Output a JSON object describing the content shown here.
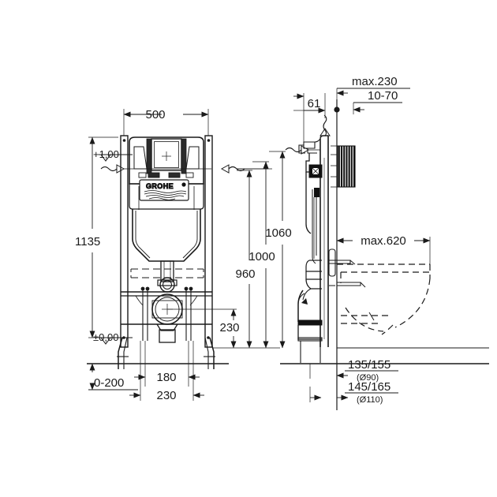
{
  "drawing": {
    "type": "technical-dimension-drawing",
    "product": "GROHE Rapid SL WC installation frame",
    "brand_logo_text": "GROHE",
    "views": [
      "front-elevation",
      "side-elevation"
    ],
    "line_color": "#1a1a1a",
    "background_color": "#ffffff",
    "units_note": "mm"
  },
  "front_view": {
    "dimensions": {
      "width_500": "500",
      "height_1135": "1135",
      "level_top": "+1,00",
      "level_base": "±0,00",
      "foot_range": "0-200",
      "outlet_180": "180",
      "outlet_230": "230"
    }
  },
  "vertical_chain": {
    "d_230": "230",
    "d_960": "960",
    "d_1000": "1000",
    "d_1060": "1060"
  },
  "side_view": {
    "dimensions": {
      "d_61": "61",
      "d_max_230": "max.230",
      "d_10_70": "10-70",
      "d_max_620": "max.620",
      "outlet_a_value": "135/155",
      "outlet_a_dia": "(Ø90)",
      "outlet_b_value": "145/165",
      "outlet_b_dia": "(Ø110)"
    }
  }
}
